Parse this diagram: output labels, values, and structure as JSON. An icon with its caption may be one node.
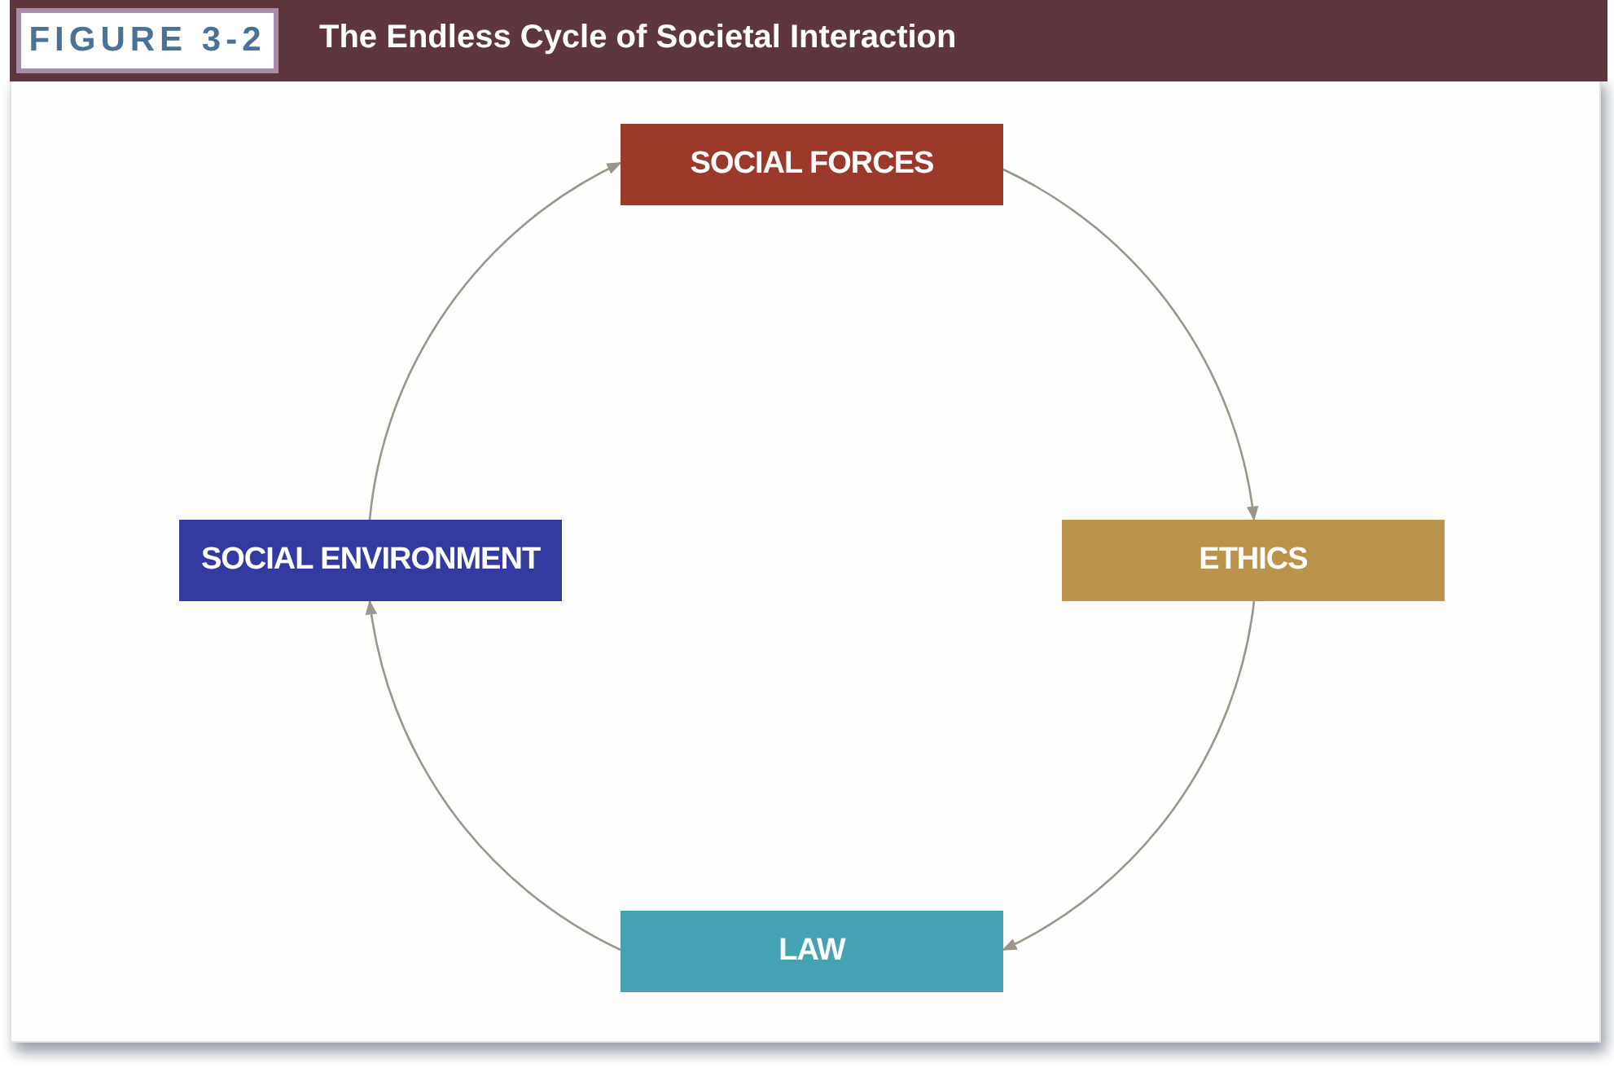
{
  "diagram": {
    "title": "The Endless Cycle of Societal Interaction",
    "nodes": [
      {
        "text": [
          "SOCIAL FORCES"
        ]
      },
      {
        "text": [
          "ETHICS"
        ]
      },
      {
        "text": [
          "LAW"
        ]
      },
      {
        "text": [
          "SOCIAL ENVIRONMENT"
        ]
      }
    ],
    "edges": [
      {
        "from": 0,
        "to": 1,
        "arrow": "to"
      },
      {
        "from": 1,
        "to": 2,
        "arrow": "to"
      },
      {
        "from": 2,
        "to": 3,
        "arrow": "to"
      },
      {
        "from": 3,
        "to": 0,
        "arrow": "to"
      }
    ],
    "labels": [
      "FIGURE 3-2"
    ]
  }
}
